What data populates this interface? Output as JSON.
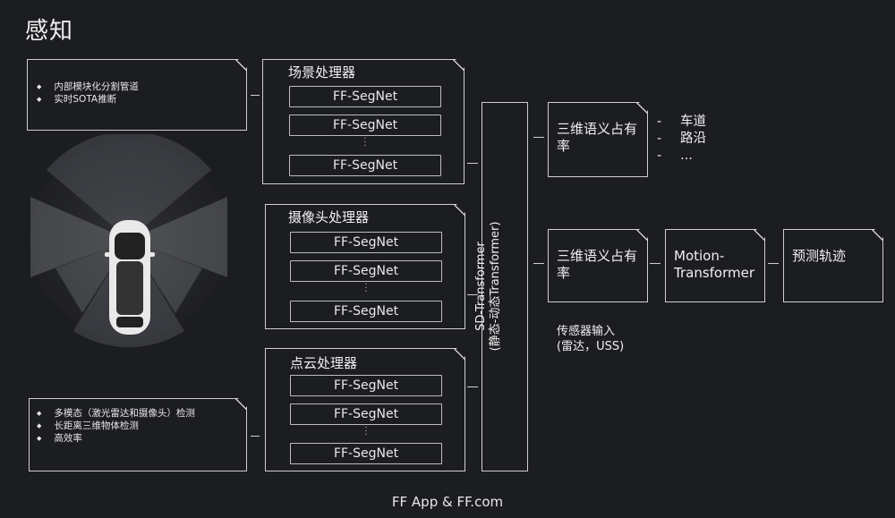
{
  "title": "感知",
  "left_top_bullets": [
    "内部模块化分割管道",
    "实时SOTA推断"
  ],
  "left_bottom_bullets": [
    "多模态（激光雷达和摄像头）检测",
    "长距离三维物体检测",
    "高效率"
  ],
  "processors": [
    {
      "title": "场景处理器",
      "items": [
        "FF-SegNet",
        "FF-SegNet",
        "FF-SegNet"
      ]
    },
    {
      "title": "摄像头处理器",
      "items": [
        "FF-SegNet",
        "FF-SegNet",
        "FF-SegNet"
      ]
    },
    {
      "title": "点云处理器",
      "items": [
        "FF-SegNet",
        "FF-SegNet",
        "FF-SegNet"
      ]
    }
  ],
  "transformer": {
    "line1": "SD-Transformer",
    "line2": "(静态-动态Transformer)"
  },
  "occupancy_top": "三维语义占有率",
  "occupancy_top_list": [
    "车道",
    "路沿",
    "..."
  ],
  "occupancy_mid": "三维语义占有率",
  "motion": "Motion-Transformer",
  "prediction": "预测轨迹",
  "sensor_input": {
    "line1": "传感器输入",
    "line2": "(雷达，USS)"
  },
  "footer": "FF App & FF.com",
  "colors": {
    "background": "#1c1d21",
    "line": "#cfcfcf",
    "text": "#e6e6e6"
  }
}
